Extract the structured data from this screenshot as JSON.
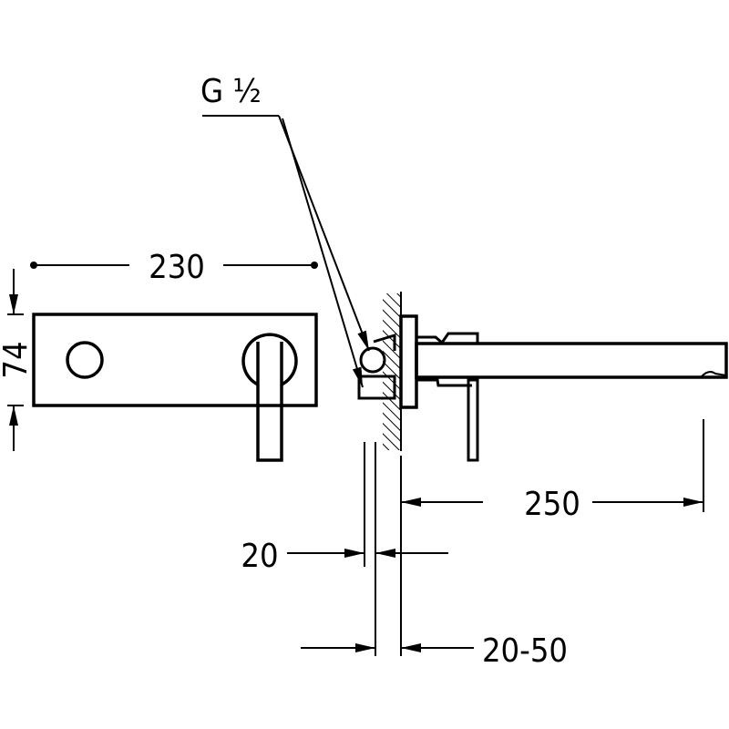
{
  "title": "Wall-mounted mixer tap dimension drawing",
  "labels": {
    "thread": "G ½",
    "plate_width": "230",
    "plate_height": "74",
    "spout_length": "250",
    "plate_depth": "20",
    "wall_range": "20-50"
  },
  "colors": {
    "line": "#000000",
    "background": "#ffffff"
  }
}
